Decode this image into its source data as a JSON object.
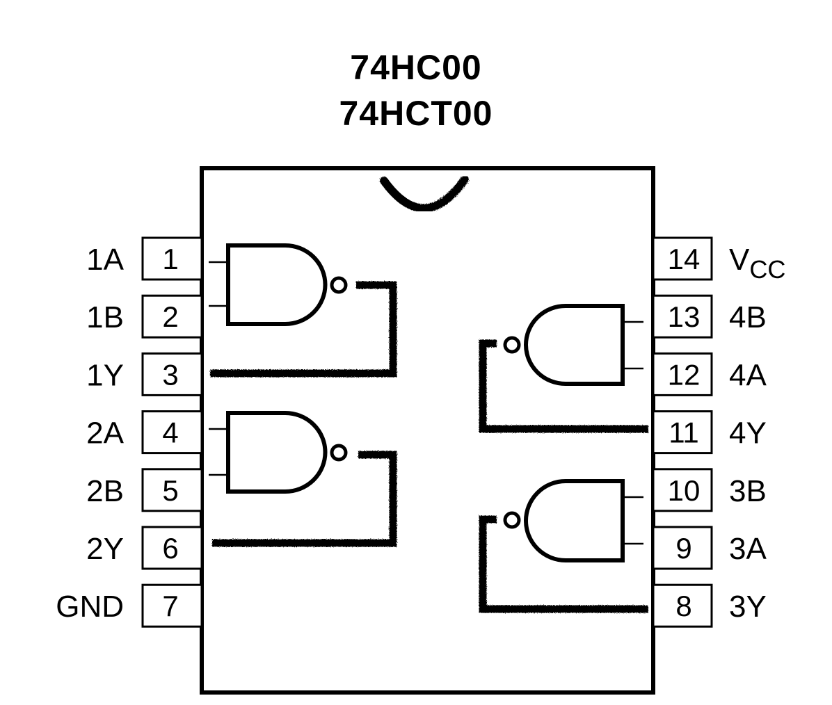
{
  "title": {
    "line1": "74HC00",
    "line2": "74HCT00"
  },
  "pins_left": [
    {
      "number": "1",
      "label": "1A"
    },
    {
      "number": "2",
      "label": "1B"
    },
    {
      "number": "3",
      "label": "1Y"
    },
    {
      "number": "4",
      "label": "2A"
    },
    {
      "number": "5",
      "label": "2B"
    },
    {
      "number": "6",
      "label": "2Y"
    },
    {
      "number": "7",
      "label": "GND"
    }
  ],
  "pins_right": [
    {
      "number": "14",
      "label": "V",
      "label_sub": "CC"
    },
    {
      "number": "13",
      "label": "4B"
    },
    {
      "number": "12",
      "label": "4A"
    },
    {
      "number": "11",
      "label": "4Y"
    },
    {
      "number": "10",
      "label": "3B"
    },
    {
      "number": "9",
      "label": "3A"
    },
    {
      "number": "8",
      "label": "3Y"
    }
  ],
  "gates": [
    {
      "name": "gate-1",
      "type": "NAND",
      "inputs": [
        "1A",
        "1B"
      ],
      "output": "1Y",
      "side": "left"
    },
    {
      "name": "gate-2",
      "type": "NAND",
      "inputs": [
        "2A",
        "2B"
      ],
      "output": "2Y",
      "side": "left"
    },
    {
      "name": "gate-4",
      "type": "NAND",
      "inputs": [
        "4B",
        "4A"
      ],
      "output": "4Y",
      "side": "right"
    },
    {
      "name": "gate-3",
      "type": "NAND",
      "inputs": [
        "3B",
        "3A"
      ],
      "output": "3Y",
      "side": "right"
    }
  ],
  "colors": {
    "ink": "#000000",
    "background": "#ffffff"
  }
}
